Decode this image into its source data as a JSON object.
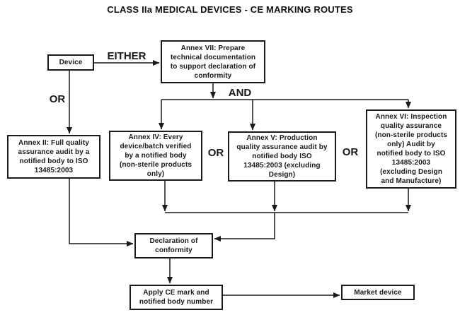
{
  "title": "CLASS IIa MEDICAL DEVICES - CE MARKING ROUTES",
  "route_labels": {
    "either": "EITHER",
    "or_left": "OR",
    "and": "AND",
    "or_middle": "OR",
    "or_right": "OR"
  },
  "nodes": {
    "device": "Device",
    "annex_vii": "Annex VII: Prepare\ntechnical documentation\nto support declaration of\nconformity",
    "annex_ii": "Annex II: Full quality\nassurance audit by a\nnotified body to ISO\n13485:2003",
    "annex_iv": "Annex IV: Every\ndevice/batch verified\nby a notified body\n(non-sterile products\nonly)",
    "annex_v": "Annex V: Production\nquality assurance audit by\nnotified body ISO\n13485:2003 (excluding\nDesign)",
    "annex_vi": "Annex VI: Inspection\nquality assurance\n(non-sterile products\nonly) Audit by\nnotified body to ISO\n13485:2003\n(excluding Design\nand Manufacture)",
    "declaration": "Declaration of\nconformity",
    "apply_ce": "Apply CE mark and\nnotified body number",
    "market": "Market device"
  },
  "colors": {
    "line": "#1a1a1a",
    "box_border": "#1a1a1a",
    "box_fill": "#ffffff",
    "text": "#1a1a1a",
    "background": "#ffffff"
  }
}
